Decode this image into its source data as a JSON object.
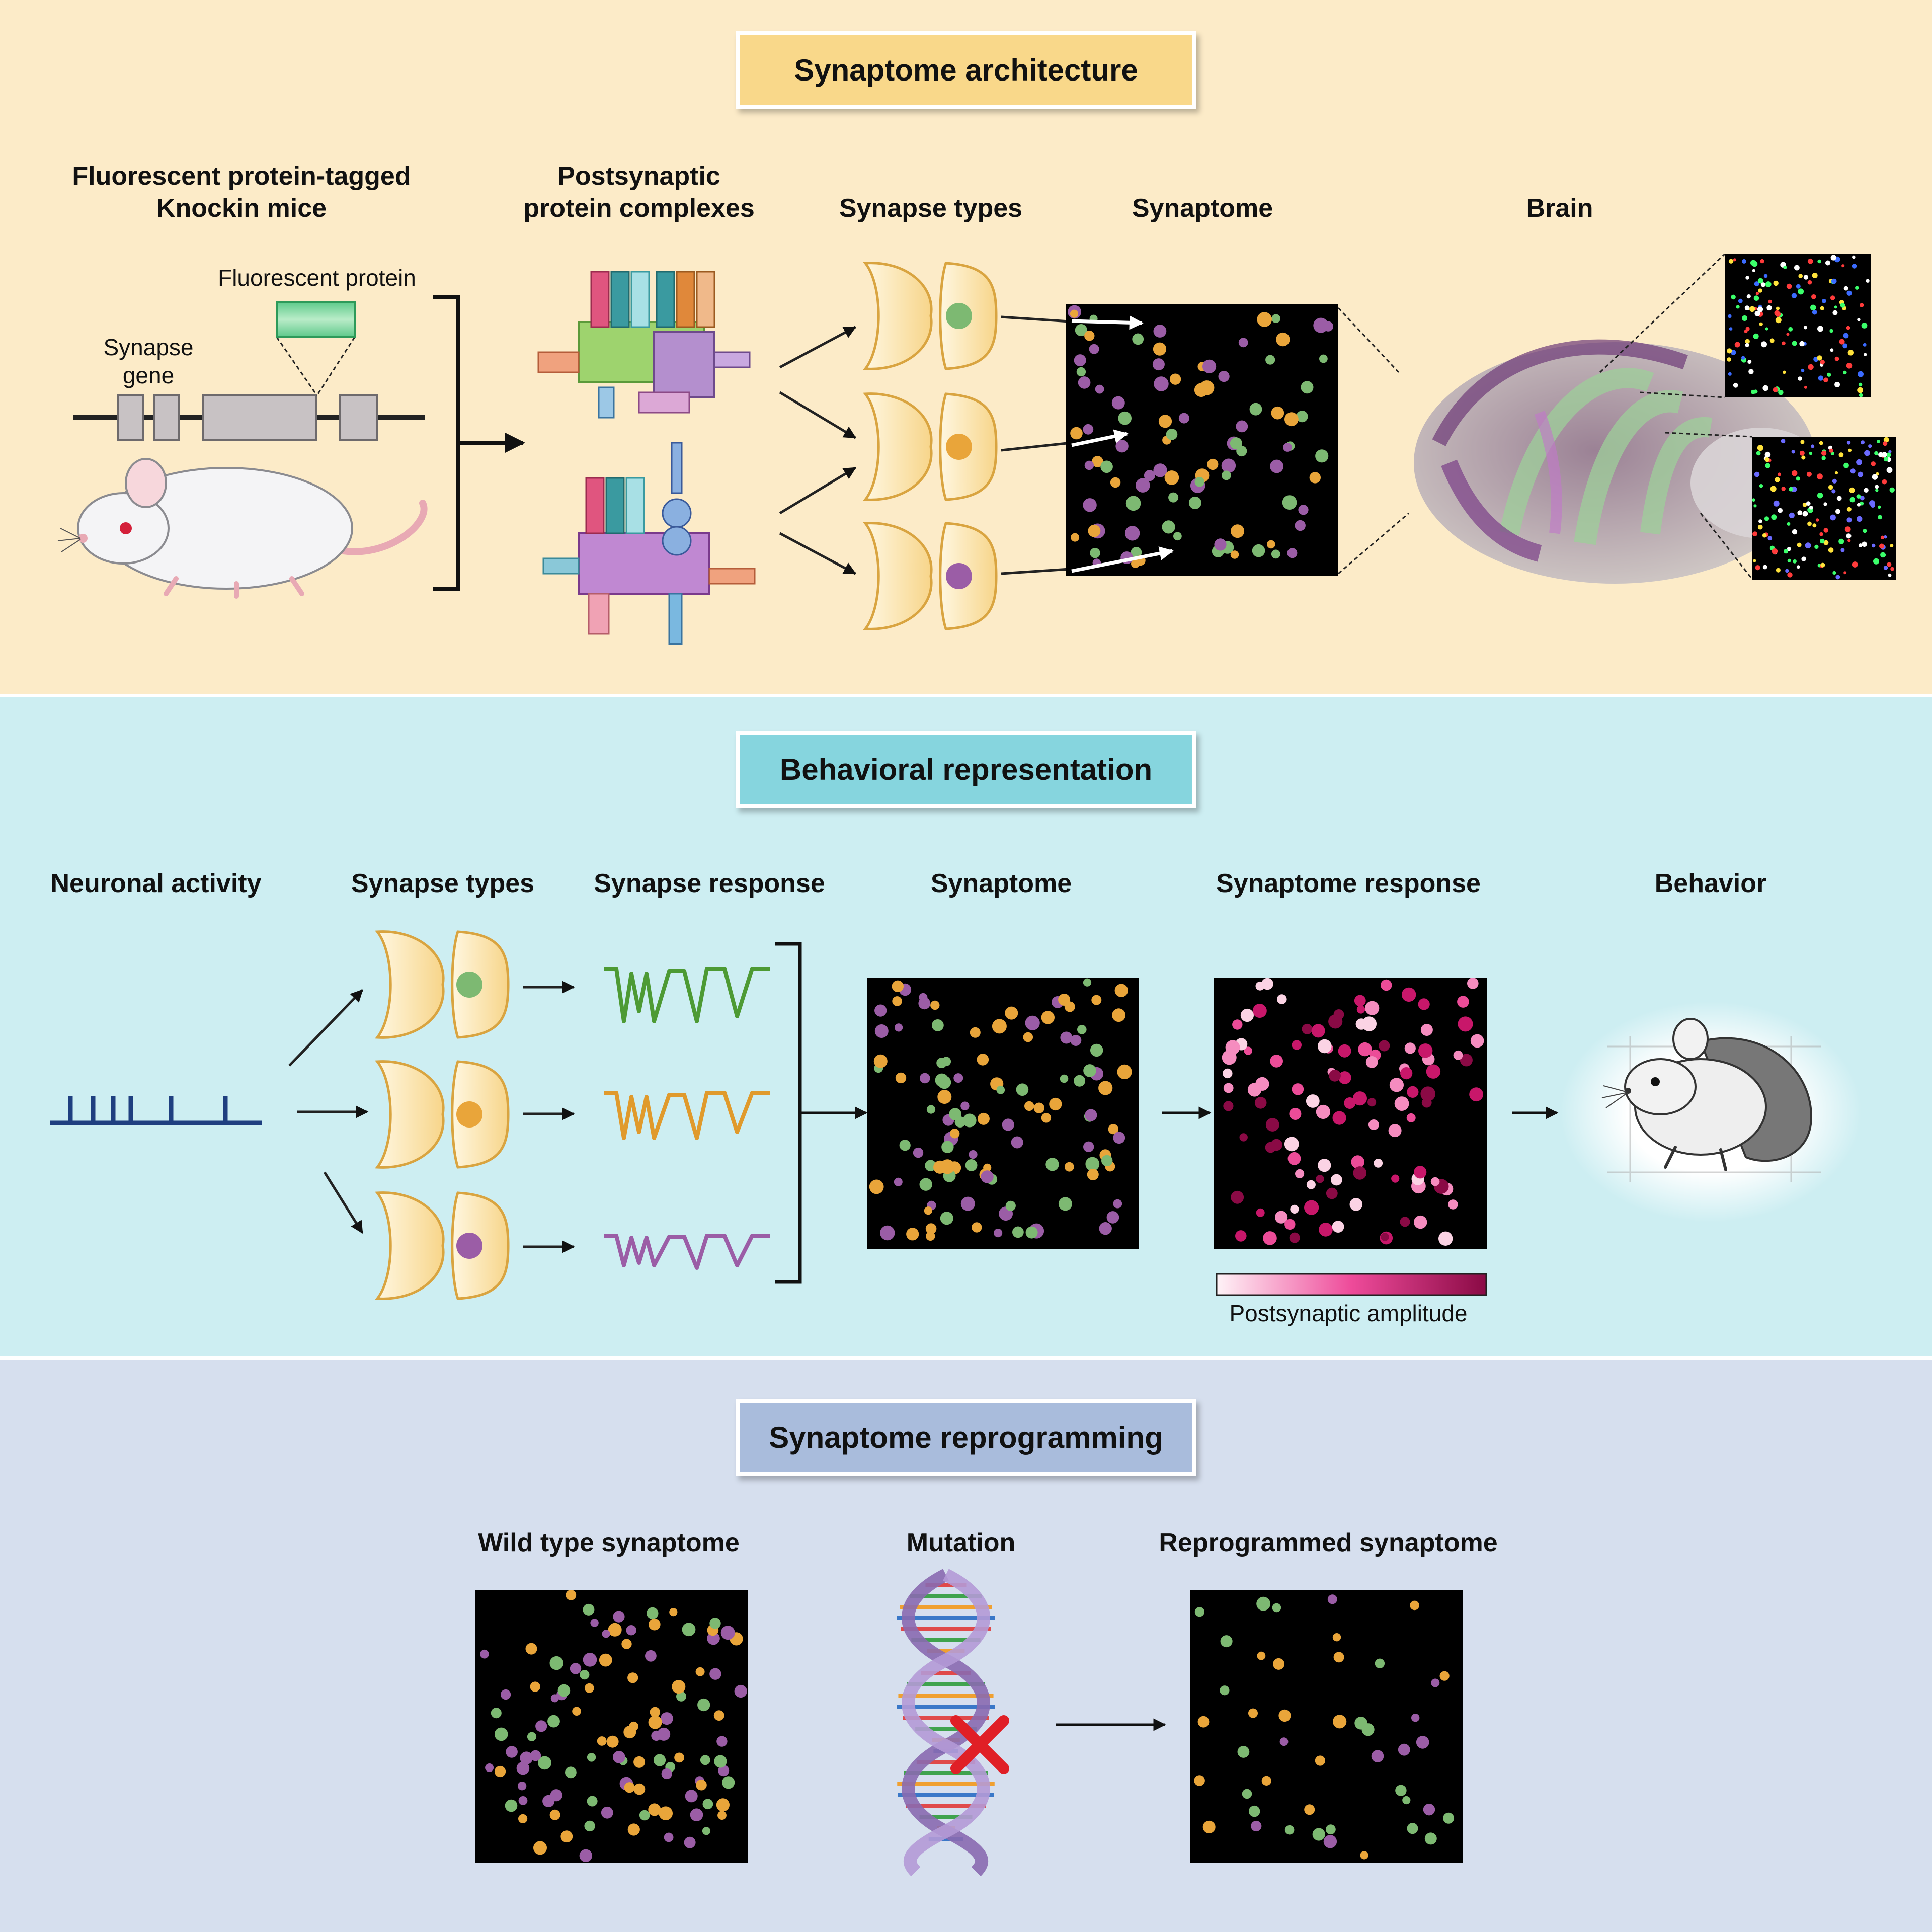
{
  "panel1": {
    "title": "Synaptome architecture",
    "labels": {
      "knockin_line1": "Fluorescent protein-tagged",
      "knockin_line2": "Knockin mice",
      "fluorescent_protein": "Fluorescent protein",
      "synapse_gene_line1": "Synapse",
      "synapse_gene_line2": "gene",
      "complexes_line1": "Postsynaptic",
      "complexes_line2": "protein complexes",
      "synapse_types": "Synapse types",
      "synaptome": "Synaptome",
      "brain": "Brain"
    }
  },
  "panel2": {
    "title": "Behavioral representation",
    "labels": {
      "neuronal_activity": "Neuronal activity",
      "synapse_types": "Synapse types",
      "synapse_response": "Synapse response",
      "synaptome": "Synaptome",
      "synaptome_response": "Synaptome response",
      "behavior": "Behavior",
      "colorbar": "Postsynaptic amplitude"
    }
  },
  "panel3": {
    "title": "Synaptome reprogramming",
    "labels": {
      "wild_type": "Wild type synaptome",
      "mutation": "Mutation",
      "reprogrammed": "Reprogrammed synaptome"
    }
  },
  "colors": {
    "panel1_bg": "#fcebc8",
    "panel2_bg": "#cdeef2",
    "panel3_bg": "#d6dfee",
    "title1_box": "#f9d88a",
    "title2_box": "#86d5de",
    "title3_box": "#a9bcdc",
    "green_synapse": "#7db972",
    "orange_synapse": "#e9a53a",
    "purple_synapse": "#9b5da6",
    "spike_train": "#1f3f80"
  }
}
